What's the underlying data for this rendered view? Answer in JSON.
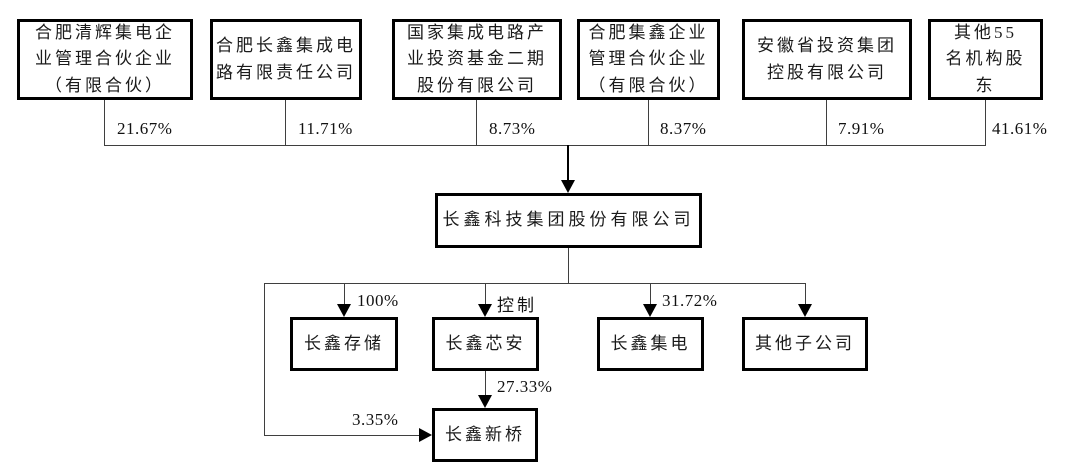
{
  "diagram": {
    "type": "ownership-structure-chart",
    "shareholders": [
      {
        "name": "合肥清辉集电企业管理合伙企业（有限合伙）",
        "percent": "21.67%"
      },
      {
        "name": "合肥长鑫集成电路有限责任公司",
        "percent": "11.71%"
      },
      {
        "name": "国家集成电路产业投资基金二期股份有限公司",
        "percent": "8.73%"
      },
      {
        "name": "合肥集鑫企业管理合伙企业（有限合伙）",
        "percent": "8.37%"
      },
      {
        "name": "安徽省投资集团控股有限公司",
        "percent": "7.91%"
      },
      {
        "name": "其他55名机构股东",
        "percent": "41.61%"
      }
    ],
    "parent_company": {
      "name": "长鑫科技集团股份有限公司"
    },
    "subsidiaries": [
      {
        "name": "长鑫存储",
        "edge_label": "100%"
      },
      {
        "name": "长鑫芯安",
        "edge_label": "控制"
      },
      {
        "name": "长鑫集电",
        "edge_label": "31.72%"
      },
      {
        "name": "其他子公司",
        "edge_label": ""
      }
    ],
    "second_tier": {
      "name": "长鑫新桥",
      "from_xinan_percent": "27.33%",
      "from_parent_percent": "3.35%"
    },
    "colors": {
      "line": "#3f3f3f",
      "border": "#000000",
      "text": "#1a1a1a",
      "background": "#ffffff"
    }
  }
}
